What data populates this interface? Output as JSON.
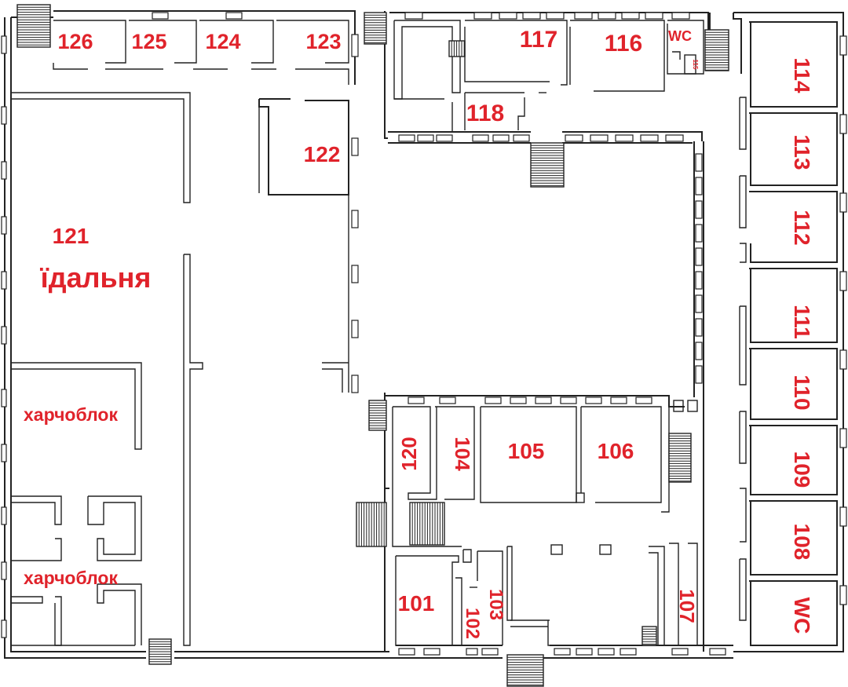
{
  "floor_plan": {
    "rooms": [
      {
        "id": "r126",
        "label": "126"
      },
      {
        "id": "r125",
        "label": "125"
      },
      {
        "id": "r124",
        "label": "124"
      },
      {
        "id": "r123",
        "label": "123"
      },
      {
        "id": "r122",
        "label": "122"
      },
      {
        "id": "r121",
        "label": "121"
      },
      {
        "id": "dining",
        "label": "їдальня"
      },
      {
        "id": "kitchen-1",
        "label": "харчоблок"
      },
      {
        "id": "kitchen-2",
        "label": "харчоблок"
      },
      {
        "id": "r117",
        "label": "117"
      },
      {
        "id": "r116",
        "label": "116"
      },
      {
        "id": "wc-north",
        "label": "WC"
      },
      {
        "id": "r115",
        "label": "115"
      },
      {
        "id": "r118",
        "label": "118"
      },
      {
        "id": "r114",
        "label": "114"
      },
      {
        "id": "r113",
        "label": "113"
      },
      {
        "id": "r112",
        "label": "112"
      },
      {
        "id": "r111",
        "label": "111"
      },
      {
        "id": "r110",
        "label": "110"
      },
      {
        "id": "r109",
        "label": "109"
      },
      {
        "id": "r108",
        "label": "108"
      },
      {
        "id": "wc-east",
        "label": "WC"
      },
      {
        "id": "r120",
        "label": "120"
      },
      {
        "id": "r104",
        "label": "104"
      },
      {
        "id": "r105",
        "label": "105"
      },
      {
        "id": "r106",
        "label": "106"
      },
      {
        "id": "r101",
        "label": "101"
      },
      {
        "id": "r102",
        "label": "102"
      },
      {
        "id": "r103",
        "label": "103"
      },
      {
        "id": "r107",
        "label": "107"
      }
    ]
  }
}
